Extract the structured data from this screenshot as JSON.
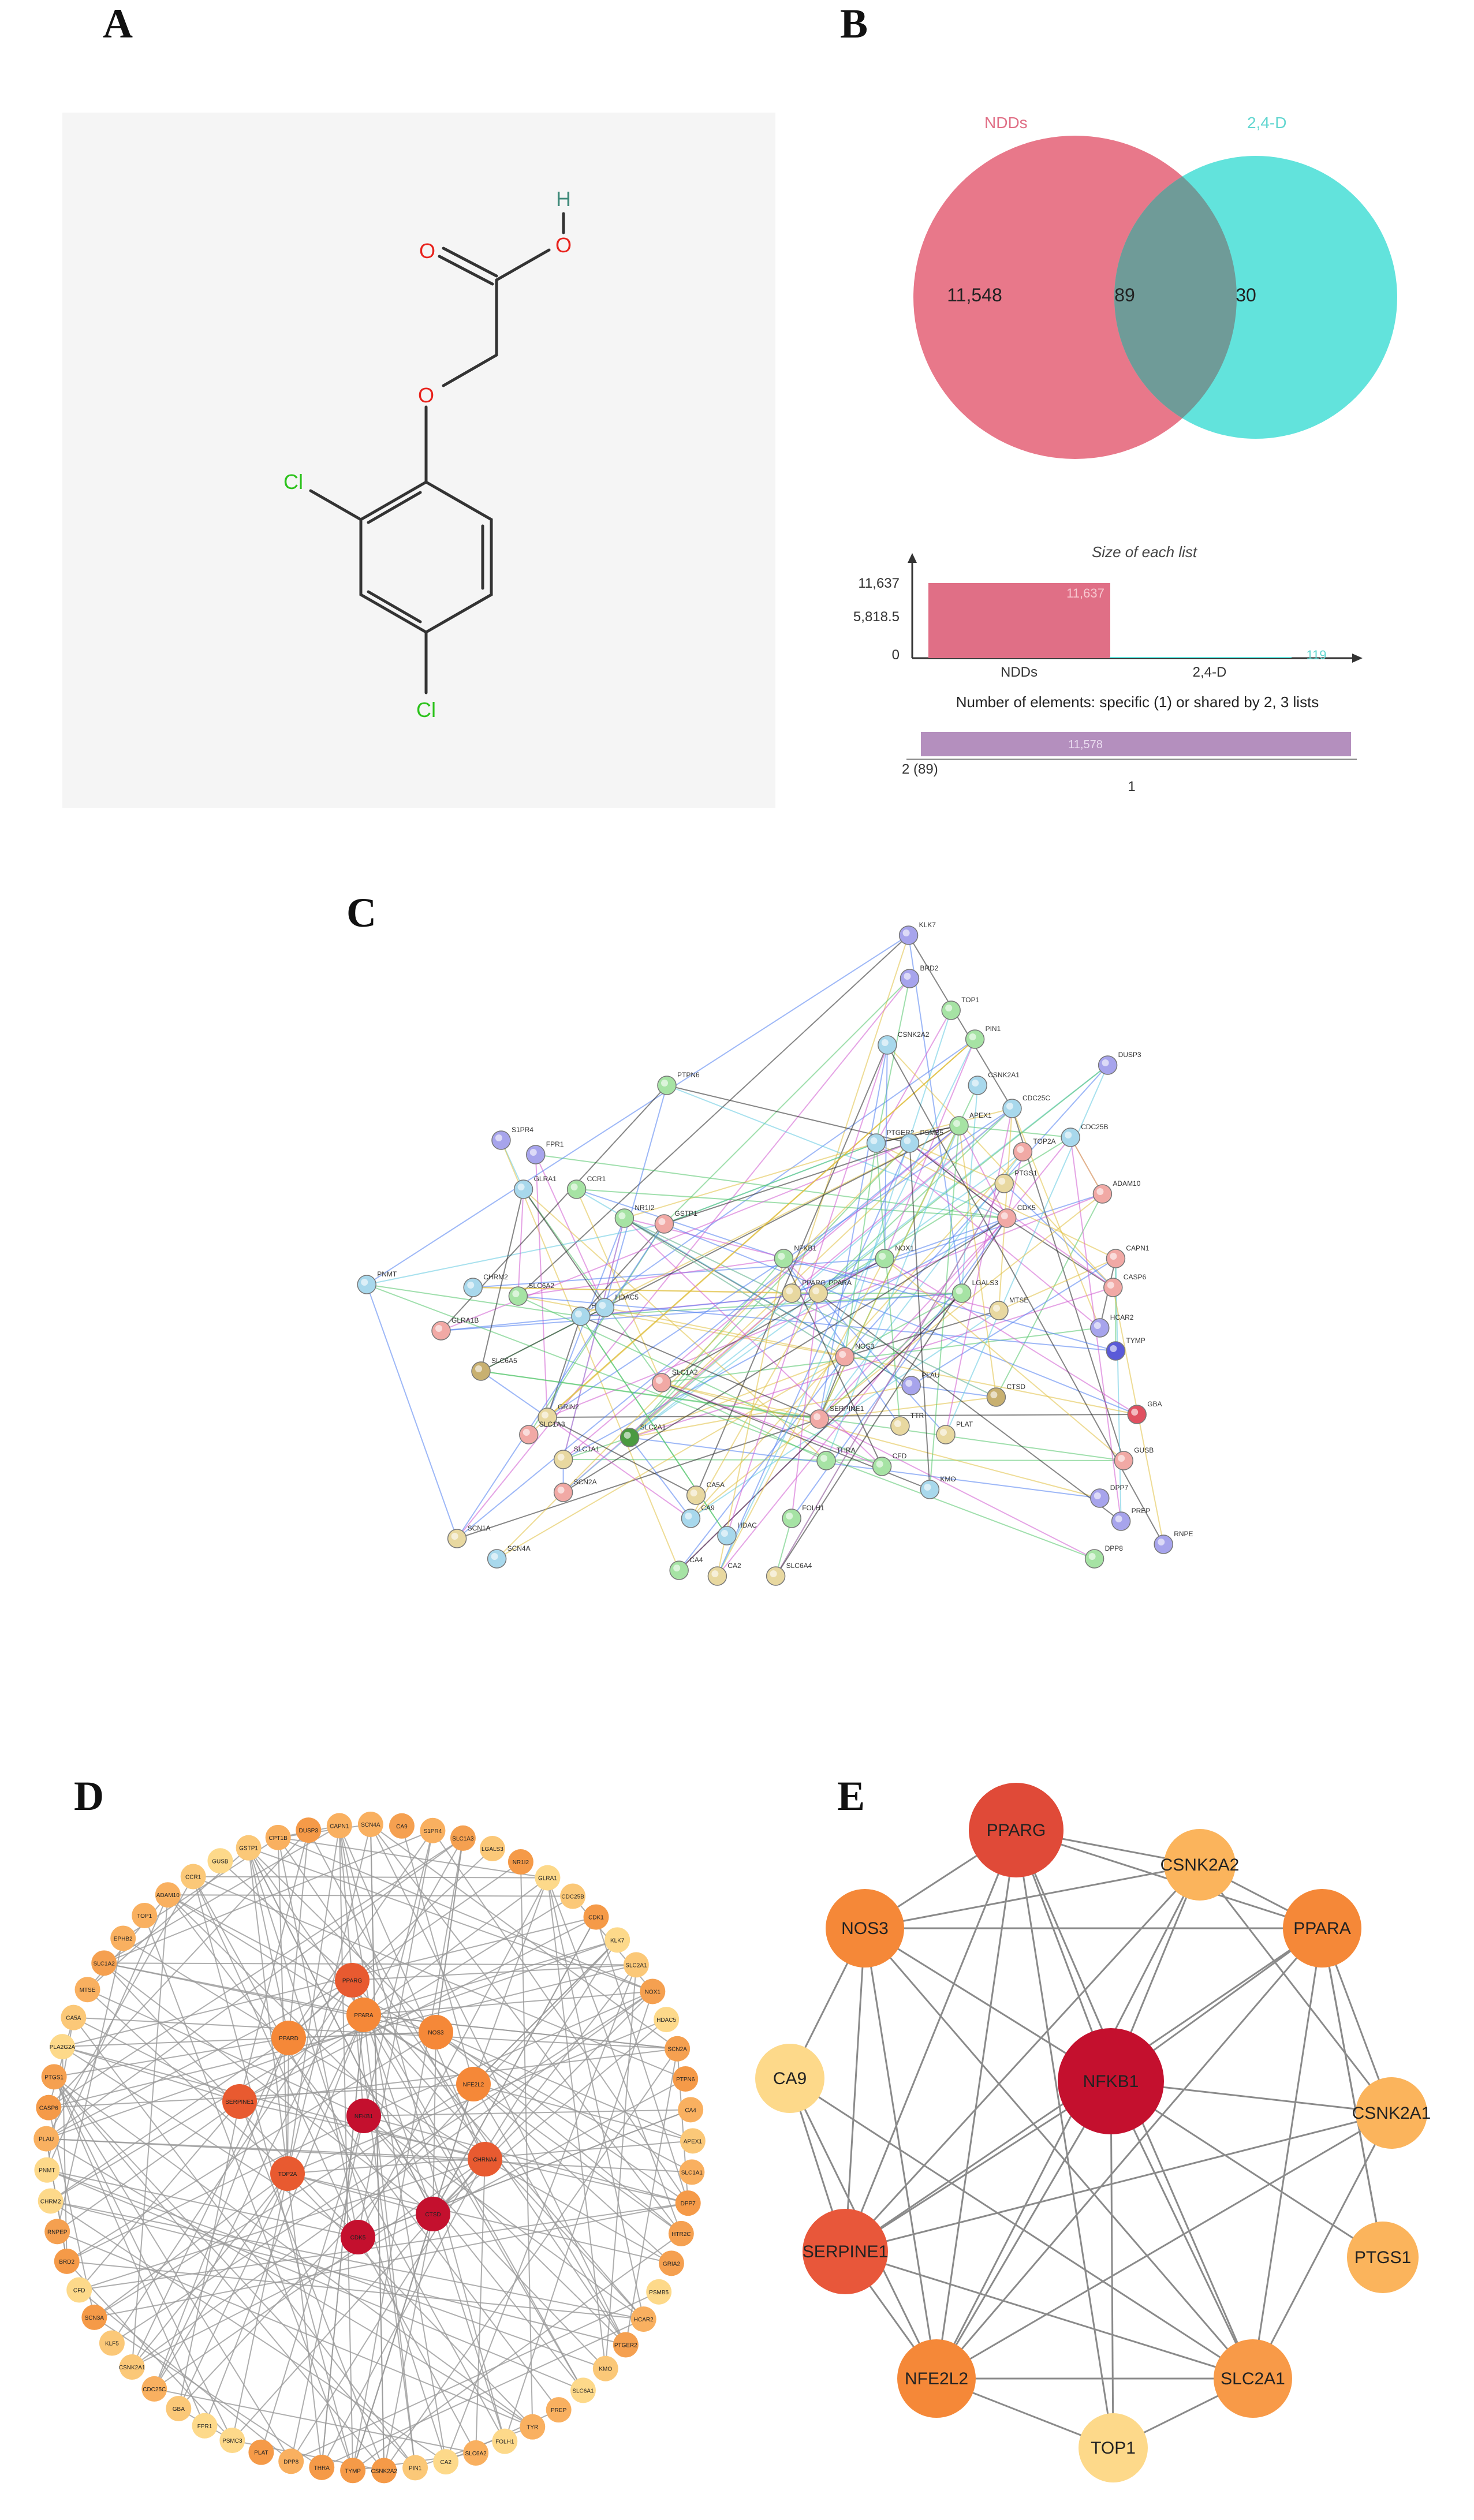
{
  "panels": {
    "a": "A",
    "b": "B",
    "c": "C",
    "d": "D",
    "e": "E"
  },
  "molecule": {
    "atoms": {
      "o_carbonyl": "O",
      "o_hydroxyl": "O",
      "h": "H",
      "o_ether": "O",
      "cl_ortho": "Cl",
      "cl_para": "Cl"
    },
    "colors": {
      "oxygen": "#e8221c",
      "chlorine": "#2bc21b",
      "hydrogen": "#3f8a7a",
      "bond": "#333333"
    }
  },
  "venn": {
    "set_a": "NDDs",
    "set_b": "2,4-D",
    "only_a": "11,548",
    "shared": "89",
    "only_b": "30",
    "colors": {
      "a": "#e8788a",
      "b": "#62e3dc",
      "overlap": "#6f9b98"
    }
  },
  "size_chart": {
    "title": "Size of each list",
    "y_ticks": [
      "11,637",
      "5,818.5",
      "0"
    ],
    "bars": [
      {
        "label": "NDDs",
        "value": 11637,
        "value_label": "11,637"
      },
      {
        "label": "2,4-D",
        "value": 119,
        "value_label": "119"
      }
    ]
  },
  "elements_chart": {
    "title": "Number of elements: specific (1) or shared by 2, 3 lists",
    "bar_label": "11,578",
    "left_label": "2 (89)",
    "axis_label": "1"
  },
  "ppi_network": {
    "nodes": [
      {
        "id": "KLK7",
        "color": "#a7a4ec"
      },
      {
        "id": "BRD2",
        "color": "#a7a4ec"
      },
      {
        "id": "TOP1",
        "color": "#a6e3a4"
      },
      {
        "id": "PIN1",
        "color": "#a6e3a4"
      },
      {
        "id": "DUSP3",
        "color": "#a7a4ec"
      },
      {
        "id": "PTPN6",
        "color": "#a6e3a4"
      },
      {
        "id": "CSNK2A2",
        "color": "#a8d8ec"
      },
      {
        "id": "CSNK2A1",
        "color": "#a8d8ec"
      },
      {
        "id": "CDC25C",
        "color": "#a8d8ec"
      },
      {
        "id": "CDC25B",
        "color": "#a8d8ec"
      },
      {
        "id": "S1PR4",
        "color": "#a7a4ec"
      },
      {
        "id": "FPR1",
        "color": "#a7a4ec"
      },
      {
        "id": "PTGER2",
        "color": "#a8d8ec"
      },
      {
        "id": "PSMB5",
        "color": "#a8d8ec"
      },
      {
        "id": "APEX1",
        "color": "#a6e3a4"
      },
      {
        "id": "TOP2A",
        "color": "#f1a9a5"
      },
      {
        "id": "ADAM10",
        "color": "#f1a9a5"
      },
      {
        "id": "GLRA1",
        "color": "#a8d8ec"
      },
      {
        "id": "CCR1",
        "color": "#a6e3a4"
      },
      {
        "id": "PTGS1",
        "color": "#e8d8a0"
      },
      {
        "id": "NR1I2",
        "color": "#a6e3a4"
      },
      {
        "id": "GSTP1",
        "color": "#f1a9a5"
      },
      {
        "id": "CDK5",
        "color": "#f1a9a5"
      },
      {
        "id": "CAPN1",
        "color": "#f1a9a5"
      },
      {
        "id": "CASP6",
        "color": "#f1a9a5"
      },
      {
        "id": "PNMT",
        "color": "#a8d8ec"
      },
      {
        "id": "CHRM2",
        "color": "#a8d8ec"
      },
      {
        "id": "SLC6A2",
        "color": "#a6e3a4"
      },
      {
        "id": "HTR2C",
        "color": "#a8d8ec"
      },
      {
        "id": "HDAC5",
        "color": "#a8d8ec"
      },
      {
        "id": "NFKB1",
        "color": "#a6e3a4"
      },
      {
        "id": "NOX1",
        "color": "#a6e3a4"
      },
      {
        "id": "PPARG",
        "color": "#e8d8a0"
      },
      {
        "id": "PPARA",
        "color": "#e8d8a0"
      },
      {
        "id": "LGALS3",
        "color": "#a6e3a4"
      },
      {
        "id": "MTSE",
        "color": "#e8d8a0"
      },
      {
        "id": "HCAR2",
        "color": "#a7a4ec"
      },
      {
        "id": "TYMP",
        "color": "#5a5ad8"
      },
      {
        "id": "GLRA1B",
        "color": "#f1a9a5"
      },
      {
        "id": "SLC6A5",
        "color": "#c8b070"
      },
      {
        "id": "SLC1A2",
        "color": "#f1a9a5"
      },
      {
        "id": "NOS3",
        "color": "#f1a9a5"
      },
      {
        "id": "PLAU",
        "color": "#a7a4ec"
      },
      {
        "id": "CTSD",
        "color": "#c8b070"
      },
      {
        "id": "GBA",
        "color": "#e05060"
      },
      {
        "id": "GRIN2",
        "color": "#e8d8a0"
      },
      {
        "id": "SLC1A3",
        "color": "#f1a9a5"
      },
      {
        "id": "SLC1A1",
        "color": "#e8d8a0"
      },
      {
        "id": "SLC2A1",
        "color": "#4a9a40"
      },
      {
        "id": "SERPINE1",
        "color": "#f1a9a5"
      },
      {
        "id": "TTR",
        "color": "#e8d8a0"
      },
      {
        "id": "PLAT",
        "color": "#e8d8a0"
      },
      {
        "id": "GUSB",
        "color": "#f1a9a5"
      },
      {
        "id": "DPP7",
        "color": "#a7a4ec"
      },
      {
        "id": "PREP",
        "color": "#a7a4ec"
      },
      {
        "id": "RNPE",
        "color": "#a7a4ec"
      },
      {
        "id": "DPP8",
        "color": "#a6e3a4"
      },
      {
        "id": "SCN2A",
        "color": "#f1a9a5"
      },
      {
        "id": "SCN1A",
        "color": "#e8d8a0"
      },
      {
        "id": "SCN4A",
        "color": "#a8d8ec"
      },
      {
        "id": "THRA",
        "color": "#a6e3a4"
      },
      {
        "id": "CFD",
        "color": "#a6e3a4"
      },
      {
        "id": "KMO",
        "color": "#a8d8ec"
      },
      {
        "id": "CA5A",
        "color": "#e8d8a0"
      },
      {
        "id": "CA9",
        "color": "#a8d8ec"
      },
      {
        "id": "FOLH1",
        "color": "#a6e3a4"
      },
      {
        "id": "CA4",
        "color": "#a6e3a4"
      },
      {
        "id": "CA2",
        "color": "#e8d8a0"
      },
      {
        "id": "SLC6A4",
        "color": "#e8d8a0"
      },
      {
        "id": "HDAC",
        "color": "#a8d8ec"
      }
    ]
  },
  "circle_network": {
    "ring": [
      "CA9",
      "S1PR4",
      "SLC1A3",
      "LGALS3",
      "NR1I2",
      "GLRA1",
      "CDC25B",
      "CDK1",
      "KLK7",
      "SLC2A1",
      "NOX1",
      "HDAC5",
      "SCN2A",
      "PTPN6",
      "CA4",
      "APEX1",
      "SLC1A1",
      "DPP7",
      "HTR2C",
      "GRIA2",
      "PSMB5",
      "HCAR2",
      "PTGER2",
      "KMO",
      "SLC6A1",
      "PREP",
      "TYR",
      "FOLH1",
      "SLC6A2",
      "CA2",
      "PIN1",
      "CSNK2A2",
      "TYMP",
      "THRA",
      "DPP8",
      "PLAT",
      "PSMC3",
      "FPR1",
      "GBA",
      "CDC25C",
      "CSNK2A1",
      "KLF5",
      "SCN3A",
      "CFD",
      "BRD2",
      "RNPEP",
      "CHRM2",
      "PNMT",
      "PLAU",
      "CASP6",
      "PTGS1",
      "PLA2G2A",
      "CA5A",
      "MTSE",
      "SLC1A2",
      "EPHB2",
      "TOP1",
      "ADAM10",
      "CCR1",
      "GUSB",
      "GSTP1",
      "CPT1B",
      "DUSP3",
      "CAPN1",
      "SCN4A"
    ],
    "inner": [
      "PPARG",
      "PPARA",
      "NOS3",
      "PPARD",
      "NFE2L2",
      "SERPINE1",
      "NFKB1",
      "CHRNA4",
      "TOP2A",
      "CDK5",
      "CTSD"
    ]
  },
  "hub_network": {
    "nodes": [
      {
        "id": "PPARG",
        "color": "#e04a38"
      },
      {
        "id": "CSNK2A2",
        "color": "#fbb45c"
      },
      {
        "id": "NOS3",
        "color": "#f58838"
      },
      {
        "id": "PPARA",
        "color": "#f58838"
      },
      {
        "id": "CA9",
        "color": "#fdd98a"
      },
      {
        "id": "NFKB1",
        "color": "#c4102e"
      },
      {
        "id": "CSNK2A1",
        "color": "#fbb45c"
      },
      {
        "id": "SERPINE1",
        "color": "#e8573a"
      },
      {
        "id": "PTGS1",
        "color": "#fbb45c"
      },
      {
        "id": "NFE2L2",
        "color": "#f58838"
      },
      {
        "id": "SLC2A1",
        "color": "#f89a48"
      },
      {
        "id": "TOP1",
        "color": "#fdd98a"
      }
    ]
  }
}
